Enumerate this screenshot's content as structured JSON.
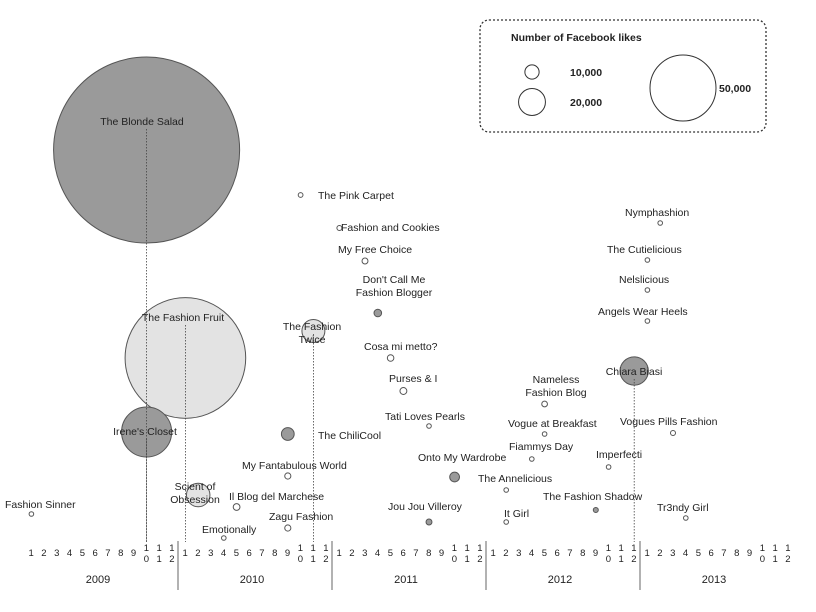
{
  "chart_data": {
    "type": "bubble-timeline",
    "title": "",
    "x_axis": {
      "years": [
        "2009",
        "2010",
        "2011",
        "2012",
        "2013"
      ],
      "month_ticks": [
        "1",
        "2",
        "3",
        "4",
        "5",
        "6",
        "7",
        "8",
        "9",
        "10",
        "11",
        "12"
      ]
    },
    "legend": {
      "title": "Number of Facebook likes",
      "entries": [
        {
          "label": "10,000",
          "value": 10000
        },
        {
          "label": "20,000",
          "value": 20000
        },
        {
          "label": "50,000",
          "value": 50000
        }
      ]
    },
    "colors": {
      "dark": "#9a9a9a",
      "light": "#e3e3e3",
      "white": "#ffffff",
      "stroke": "#555555"
    },
    "blogs": [
      {
        "name": "The Blonde Salad",
        "year": 2009,
        "month": 10,
        "likes": 1380000,
        "shade": "dark"
      },
      {
        "name": "The Fashion Fruit",
        "year": 2010,
        "month": 1,
        "likes": 580000,
        "shade": "light"
      },
      {
        "name": "Irene's Closet",
        "year": 2009,
        "month": 10,
        "likes": 100000,
        "shade": "dark"
      },
      {
        "name": "Scient of Obsession",
        "year": 2010,
        "month": 2,
        "likes": 22000,
        "shade": "light"
      },
      {
        "name": "Fashion Sinner",
        "year": 2009,
        "month": 1,
        "likes": 800,
        "shade": "white"
      },
      {
        "name": "Emotionally",
        "year": 2010,
        "month": 4,
        "likes": 700,
        "shade": "white"
      },
      {
        "name": "Il Blog del Marchese",
        "year": 2010,
        "month": 5,
        "likes": 1800,
        "shade": "white"
      },
      {
        "name": "My Fantabulous World",
        "year": 2010,
        "month": 9,
        "likes": 1500,
        "shade": "white"
      },
      {
        "name": "Zagu Fashion",
        "year": 2010,
        "month": 9,
        "likes": 1500,
        "shade": "white"
      },
      {
        "name": "The ChiliCool",
        "year": 2010,
        "month": 9,
        "likes": 6500,
        "shade": "dark"
      },
      {
        "name": "The Fashion Twice",
        "year": 2010,
        "month": 11,
        "likes": 21000,
        "shade": "light"
      },
      {
        "name": "The Pink Carpet",
        "year": 2010,
        "month": 10,
        "likes": 900,
        "shade": "white"
      },
      {
        "name": "Fashion and Cookies",
        "year": 2011,
        "month": 1,
        "likes": 1000,
        "shade": "white"
      },
      {
        "name": "My Free Choice",
        "year": 2011,
        "month": 3,
        "likes": 1400,
        "shade": "white"
      },
      {
        "name": "Don't Call Me Fashion Blogger",
        "year": 2011,
        "month": 4,
        "likes": 2300,
        "shade": "dark"
      },
      {
        "name": "Cosa mi metto?",
        "year": 2011,
        "month": 5,
        "likes": 1700,
        "shade": "white"
      },
      {
        "name": "Purses & I",
        "year": 2011,
        "month": 6,
        "likes": 1900,
        "shade": "white"
      },
      {
        "name": "Tati Loves Pearls",
        "year": 2011,
        "month": 8,
        "likes": 200,
        "shade": "white"
      },
      {
        "name": "Onto My Wardrobe",
        "year": 2011,
        "month": 10,
        "likes": 3800,
        "shade": "dark"
      },
      {
        "name": "Jou Jou Villeroy",
        "year": 2011,
        "month": 8,
        "likes": 1400,
        "shade": "dark"
      },
      {
        "name": "The Annelicious",
        "year": 2012,
        "month": 2,
        "likes": 200,
        "shade": "white"
      },
      {
        "name": "It Girl",
        "year": 2012,
        "month": 2,
        "likes": 600,
        "shade": "white"
      },
      {
        "name": "Nameless Fashion Blog",
        "year": 2012,
        "month": 5,
        "likes": 1300,
        "shade": "white"
      },
      {
        "name": "Vogue at Breakfast",
        "year": 2012,
        "month": 5,
        "likes": 200,
        "shade": "white"
      },
      {
        "name": "Fiammys Day",
        "year": 2012,
        "month": 4,
        "likes": 600,
        "shade": "white"
      },
      {
        "name": "The Fashion Shadow",
        "year": 2012,
        "month": 9,
        "likes": 1000,
        "shade": "dark"
      },
      {
        "name": "Chiara Biasi",
        "year": 2012,
        "month": 12,
        "likes": 32000,
        "shade": "dark"
      },
      {
        "name": "Imperfecti",
        "year": 2012,
        "month": 10,
        "likes": 200,
        "shade": "white"
      },
      {
        "name": "Nymphashion",
        "year": 2013,
        "month": 2,
        "likes": 200,
        "shade": "white"
      },
      {
        "name": "The Cutielicious",
        "year": 2013,
        "month": 1,
        "likes": 150,
        "shade": "white"
      },
      {
        "name": "Nelslicious",
        "year": 2013,
        "month": 1,
        "likes": 150,
        "shade": "white"
      },
      {
        "name": "Angels Wear Heels",
        "year": 2013,
        "month": 1,
        "likes": 150,
        "shade": "white"
      },
      {
        "name": "Vogues Pills Fashion",
        "year": 2013,
        "month": 3,
        "likes": 1000,
        "shade": "white"
      },
      {
        "name": "Tr3ndy Girl",
        "year": 2013,
        "month": 4,
        "likes": 150,
        "shade": "white"
      }
    ]
  }
}
